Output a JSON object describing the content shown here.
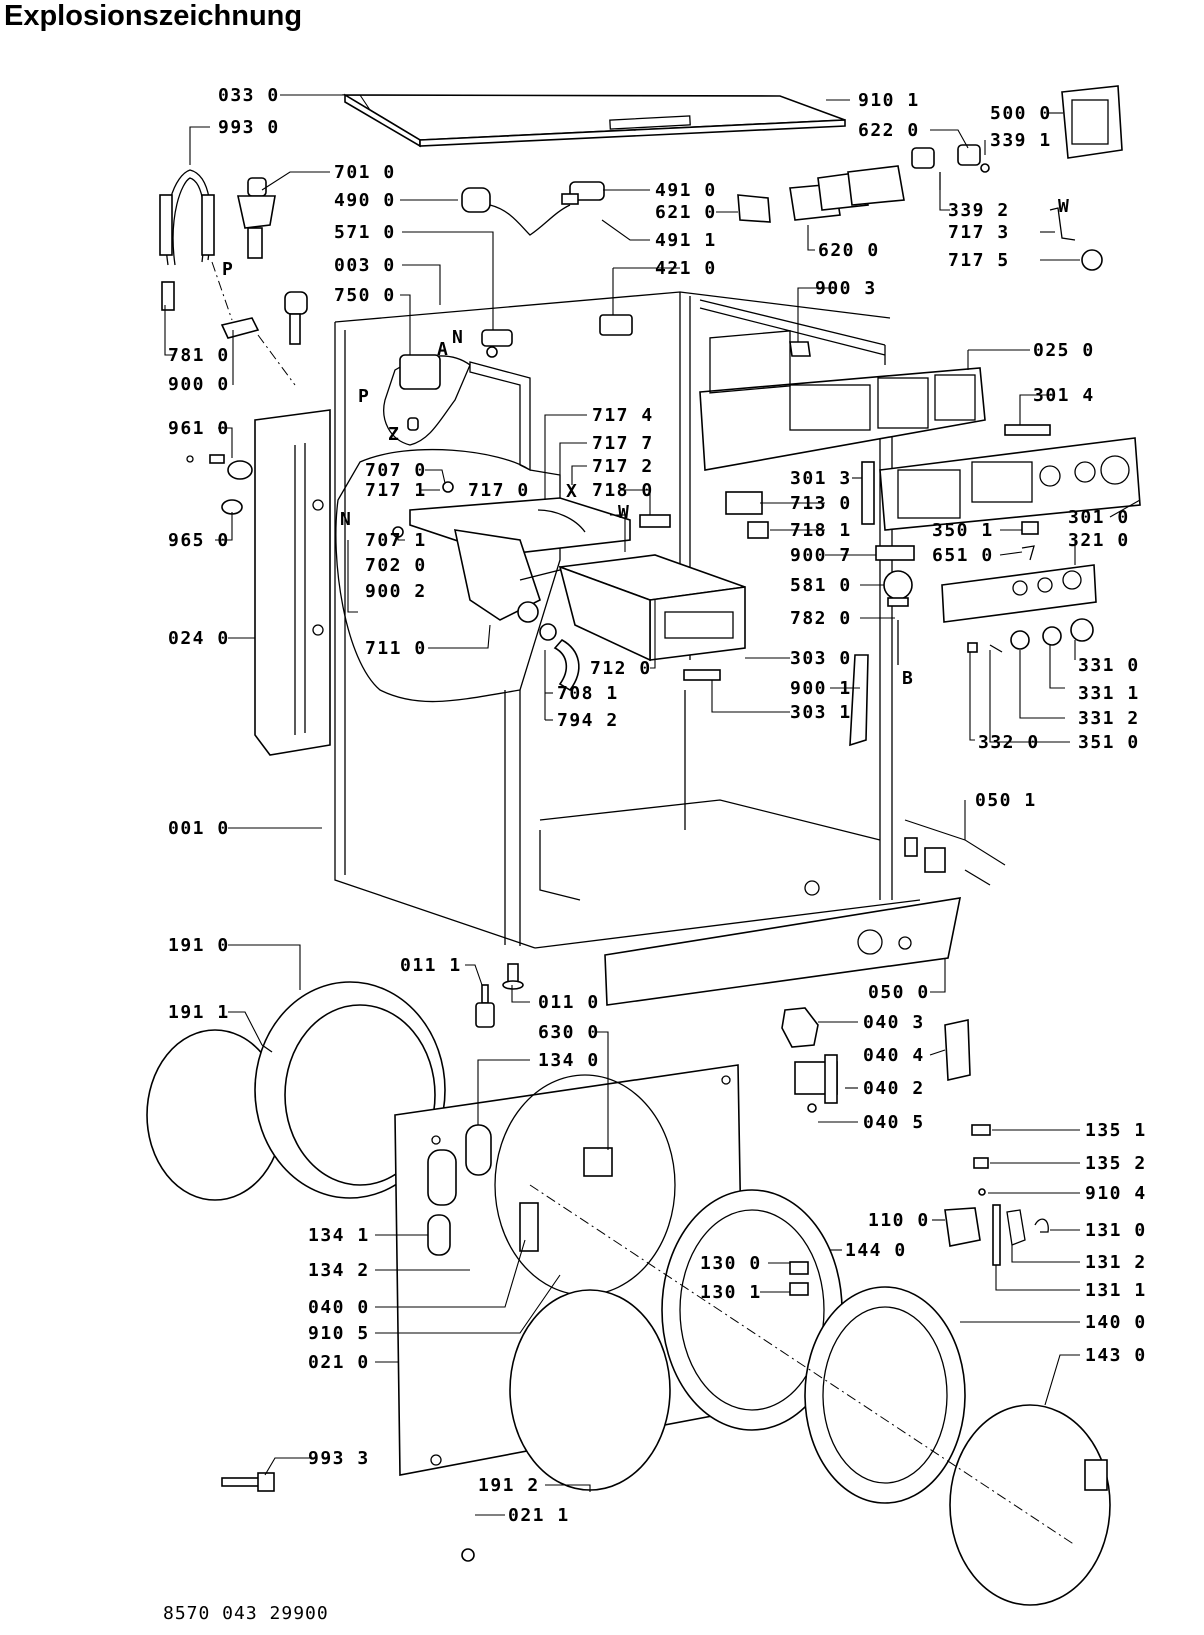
{
  "title": "Explosionszeichnung",
  "footer_code": "8570 043 29900",
  "letters": [
    "P",
    "P",
    "A",
    "N",
    "Z",
    "N",
    "X",
    "W",
    "W",
    "B"
  ],
  "callouts": [
    "033 0",
    "993 0",
    "701 0",
    "490 0",
    "571 0",
    "003 0",
    "750 0",
    "781 0",
    "900 0",
    "910 1",
    "622 0",
    "500 0",
    "339 1",
    "339 2",
    "717 3",
    "717 5",
    "491 0",
    "621 0",
    "491 1",
    "620 0",
    "421 0",
    "900 3",
    "025 0",
    "301 4",
    "961 0",
    "965 0",
    "024 0",
    "001 0",
    "717 4",
    "717 7",
    "717 2",
    "707 0",
    "717 1",
    "717 0",
    "718 0",
    "707 1",
    "702 0",
    "900 2",
    "711 0",
    "301 3",
    "713 0",
    "718 1",
    "900 7",
    "350 1",
    "301 0",
    "651 0",
    "321 0",
    "581 0",
    "782 0",
    "712 0",
    "708 1",
    "794 2",
    "303 0",
    "900 1",
    "303 1",
    "331 0",
    "331 1",
    "331 2",
    "332 0",
    "351 0",
    "050 1",
    "050 0",
    "191 0",
    "191 1",
    "011 1",
    "011 0",
    "630 0",
    "134 0",
    "040 3",
    "040 4",
    "040 2",
    "040 5",
    "135 1",
    "135 2",
    "910 4",
    "110 0",
    "131 0",
    "131 2",
    "131 1",
    "134 1",
    "134 2",
    "130 0",
    "144 0",
    "130 1",
    "040 0",
    "910 5",
    "140 0",
    "021 0",
    "143 0",
    "993 3",
    "191 2",
    "021 1"
  ]
}
